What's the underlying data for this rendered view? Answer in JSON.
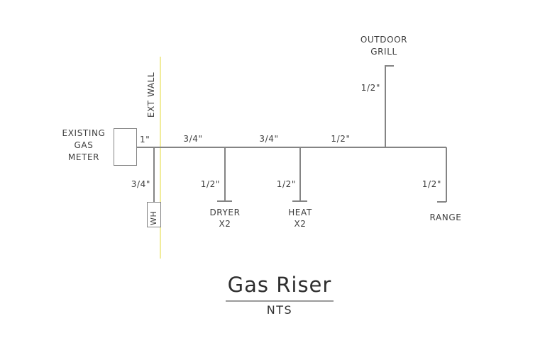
{
  "colors": {
    "line": "#848484",
    "text": "#3d3d3d",
    "wall": "#f1ec9b"
  },
  "meter": {
    "label_line1": "EXISTING",
    "label_line2": "GAS",
    "label_line3": "METER",
    "outlet_size": "1\""
  },
  "wall": {
    "label": "EXT WALL"
  },
  "main_run": {
    "segment1_size": "3/4\"",
    "segment2_size": "3/4\"",
    "segment3_size": "1/2\""
  },
  "branches": {
    "water_heater": {
      "size": "3/4\"",
      "label": "WH"
    },
    "dryer": {
      "size": "1/2\"",
      "label_line1": "DRYER",
      "label_line2": "X2"
    },
    "heat": {
      "size": "1/2\"",
      "label_line1": "HEAT",
      "label_line2": "X2"
    },
    "outdoor_grill": {
      "size": "1/2\"",
      "label_line1": "OUTDOOR",
      "label_line2": "GRILL"
    },
    "range": {
      "size": "1/2\"",
      "label": "RANGE"
    }
  },
  "title_block": {
    "title": "Gas Riser",
    "scale": "NTS"
  }
}
